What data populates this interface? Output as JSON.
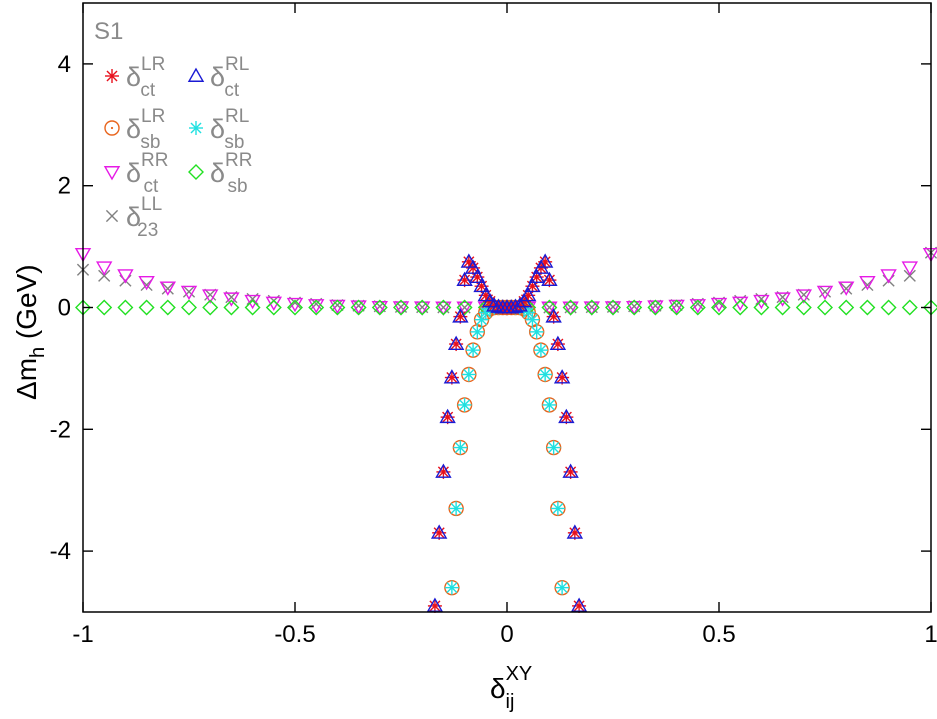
{
  "chart_data": {
    "type": "scatter",
    "panel_label": "S1",
    "xlabel": {
      "main": "δ",
      "sub": "ij",
      "sup": "XY"
    },
    "ylabel": {
      "main": "Δm",
      "sub": "h",
      "rest": " (GeV)"
    },
    "xlim": [
      -1,
      1
    ],
    "ylim": [
      -5,
      5
    ],
    "x_ticks": [
      -1,
      -0.5,
      0,
      0.5,
      1
    ],
    "x_tick_labels": [
      "-1",
      "-0.5",
      "0",
      "0.5",
      "1"
    ],
    "y_ticks": [
      -4,
      -2,
      0,
      2,
      4
    ],
    "y_tick_labels": [
      "-4",
      "-2",
      "0",
      "2",
      "4"
    ],
    "legend_position": "top-left",
    "series": [
      {
        "key": "lr_ct",
        "label": {
          "main": "δ",
          "sub": "ct",
          "sup": "LR"
        },
        "marker": "asterisk",
        "color": "#e8101c",
        "x": [
          -0.17,
          -0.16,
          -0.15,
          -0.14,
          -0.13,
          -0.12,
          -0.11,
          -0.1,
          -0.09,
          -0.08,
          -0.07,
          -0.06,
          -0.05,
          -0.04,
          -0.03,
          -0.02,
          -0.01,
          0,
          0.01,
          0.02,
          0.03,
          0.04,
          0.05,
          0.06,
          0.07,
          0.08,
          0.09,
          0.1,
          0.11,
          0.12,
          0.13,
          0.14,
          0.15,
          0.16,
          0.17
        ],
        "y": [
          -4.9,
          -3.7,
          -2.7,
          -1.8,
          -1.15,
          -0.6,
          -0.15,
          0.45,
          0.75,
          0.65,
          0.5,
          0.35,
          0.2,
          0.1,
          0.03,
          0.01,
          0,
          0,
          0,
          0.01,
          0.03,
          0.1,
          0.2,
          0.35,
          0.5,
          0.65,
          0.75,
          0.45,
          -0.15,
          -0.6,
          -1.15,
          -1.8,
          -2.7,
          -3.7,
          -4.9
        ]
      },
      {
        "key": "rl_ct",
        "label": {
          "main": "δ",
          "sub": "ct",
          "sup": "RL"
        },
        "marker": "triangle-up",
        "color": "#1a1ad4",
        "x": [
          -0.17,
          -0.16,
          -0.15,
          -0.14,
          -0.13,
          -0.12,
          -0.11,
          -0.1,
          -0.09,
          -0.08,
          -0.07,
          -0.06,
          -0.05,
          -0.04,
          -0.03,
          -0.02,
          -0.01,
          0,
          0.01,
          0.02,
          0.03,
          0.04,
          0.05,
          0.06,
          0.07,
          0.08,
          0.09,
          0.1,
          0.11,
          0.12,
          0.13,
          0.14,
          0.15,
          0.16,
          0.17
        ],
        "y": [
          -4.9,
          -3.7,
          -2.7,
          -1.8,
          -1.15,
          -0.6,
          -0.15,
          0.45,
          0.75,
          0.65,
          0.5,
          0.35,
          0.2,
          0.1,
          0.03,
          0.01,
          0,
          0,
          0,
          0.01,
          0.03,
          0.1,
          0.2,
          0.35,
          0.5,
          0.65,
          0.75,
          0.45,
          -0.15,
          -0.6,
          -1.15,
          -1.8,
          -2.7,
          -3.7,
          -4.9
        ]
      },
      {
        "key": "lr_sb",
        "label": {
          "main": "δ",
          "sub": "sb",
          "sup": "LR"
        },
        "marker": "circle-dot",
        "color": "#e8641c",
        "x": [
          -0.13,
          -0.12,
          -0.11,
          -0.1,
          -0.09,
          -0.08,
          -0.07,
          -0.06,
          -0.05,
          -0.04,
          -0.03,
          -0.02,
          -0.01,
          0,
          0.01,
          0.02,
          0.03,
          0.04,
          0.05,
          0.06,
          0.07,
          0.08,
          0.09,
          0.1,
          0.11,
          0.12,
          0.13
        ],
        "y": [
          -4.6,
          -3.3,
          -2.3,
          -1.6,
          -1.1,
          -0.7,
          -0.4,
          -0.2,
          -0.08,
          -0.02,
          0,
          0,
          0,
          0,
          0,
          0,
          0,
          -0.02,
          -0.08,
          -0.2,
          -0.4,
          -0.7,
          -1.1,
          -1.6,
          -2.3,
          -3.3,
          -4.6
        ]
      },
      {
        "key": "rl_sb",
        "label": {
          "main": "δ",
          "sub": "sb",
          "sup": "RL"
        },
        "marker": "asterisk",
        "color": "#20e0e0",
        "x": [
          -0.13,
          -0.12,
          -0.11,
          -0.1,
          -0.09,
          -0.08,
          -0.07,
          -0.06,
          -0.05,
          -0.04,
          -0.03,
          -0.02,
          -0.01,
          0,
          0.01,
          0.02,
          0.03,
          0.04,
          0.05,
          0.06,
          0.07,
          0.08,
          0.09,
          0.1,
          0.11,
          0.12,
          0.13
        ],
        "y": [
          -4.6,
          -3.3,
          -2.3,
          -1.6,
          -1.1,
          -0.7,
          -0.4,
          -0.2,
          -0.08,
          -0.02,
          0,
          0,
          0,
          0,
          0,
          0,
          0,
          -0.02,
          -0.08,
          -0.2,
          -0.4,
          -0.7,
          -1.1,
          -1.6,
          -2.3,
          -3.3,
          -4.6
        ]
      },
      {
        "key": "rr_ct",
        "label": {
          "main": "δ",
          "sub": "ct",
          "sup": "RR"
        },
        "marker": "triangle-down",
        "color": "#e61ae6",
        "x": [
          -1,
          -0.95,
          -0.9,
          -0.85,
          -0.8,
          -0.75,
          -0.7,
          -0.65,
          -0.6,
          -0.55,
          -0.5,
          -0.45,
          -0.4,
          -0.35,
          -0.3,
          -0.25,
          -0.2,
          -0.15,
          -0.1,
          -0.05,
          0,
          0.05,
          0.1,
          0.15,
          0.2,
          0.25,
          0.3,
          0.35,
          0.4,
          0.45,
          0.5,
          0.55,
          0.6,
          0.65,
          0.7,
          0.75,
          0.8,
          0.85,
          0.9,
          0.95,
          1
        ],
        "y": [
          0.88,
          0.66,
          0.53,
          0.42,
          0.33,
          0.26,
          0.2,
          0.15,
          0.11,
          0.08,
          0.06,
          0.04,
          0.03,
          0.02,
          0.01,
          0.005,
          0.003,
          0.001,
          0,
          0,
          0,
          0,
          0,
          0.001,
          0.003,
          0.005,
          0.01,
          0.02,
          0.03,
          0.04,
          0.06,
          0.08,
          0.11,
          0.15,
          0.2,
          0.26,
          0.33,
          0.42,
          0.53,
          0.66,
          0.88
        ]
      },
      {
        "key": "rr_sb",
        "label": {
          "main": "δ",
          "sub": "sb",
          "sup": "RR"
        },
        "marker": "diamond",
        "color": "#22e022",
        "x": [
          -1,
          -0.95,
          -0.9,
          -0.85,
          -0.8,
          -0.75,
          -0.7,
          -0.65,
          -0.6,
          -0.55,
          -0.5,
          -0.45,
          -0.4,
          -0.35,
          -0.3,
          -0.25,
          -0.2,
          -0.15,
          -0.1,
          -0.05,
          0,
          0.05,
          0.1,
          0.15,
          0.2,
          0.25,
          0.3,
          0.35,
          0.4,
          0.45,
          0.5,
          0.55,
          0.6,
          0.65,
          0.7,
          0.75,
          0.8,
          0.85,
          0.9,
          0.95,
          1
        ],
        "y": [
          0,
          0,
          0,
          0,
          0,
          0,
          0,
          0,
          0,
          0,
          0,
          0,
          0,
          0,
          0,
          0,
          0,
          0,
          0,
          0,
          0,
          0,
          0,
          0,
          0,
          0,
          0,
          0,
          0,
          0,
          0,
          0,
          0,
          0,
          0,
          0,
          0,
          0,
          0,
          0,
          0
        ]
      },
      {
        "key": "ll_23",
        "label": {
          "main": "δ",
          "sub": "23",
          "sup": "LL"
        },
        "marker": "cross",
        "color": "#808080",
        "x": [
          -1,
          -0.95,
          -0.9,
          -0.85,
          -0.8,
          -0.75,
          -0.7,
          -0.65,
          -0.6,
          -0.55,
          -0.5,
          -0.45,
          -0.4,
          -0.35,
          -0.3,
          -0.25,
          -0.2,
          -0.15,
          -0.1,
          -0.05,
          0,
          0.05,
          0.1,
          0.15,
          0.2,
          0.25,
          0.3,
          0.35,
          0.4,
          0.45,
          0.5,
          0.55,
          0.6,
          0.65,
          0.7,
          0.75,
          0.8,
          0.85,
          0.9,
          0.95,
          1
        ],
        "y": [
          0.62,
          0.52,
          0.44,
          0.37,
          0.31,
          0.26,
          0.21,
          0.17,
          0.14,
          0.11,
          0.08,
          0.06,
          0.04,
          0.03,
          0.02,
          0.01,
          0.005,
          0.002,
          0,
          0,
          0,
          0,
          0,
          0.002,
          0.005,
          0.01,
          0.02,
          0.03,
          0.04,
          0.06,
          0.08,
          0.11,
          0.14,
          0.17,
          0.21,
          0.26,
          0.31,
          0.37,
          0.44,
          0.52,
          0.9
        ]
      }
    ],
    "legend_layout": [
      [
        "lr_ct",
        "rl_ct"
      ],
      [
        "lr_sb",
        "rl_sb"
      ],
      [
        "rr_ct",
        "rr_sb"
      ],
      [
        "ll_23"
      ]
    ]
  }
}
